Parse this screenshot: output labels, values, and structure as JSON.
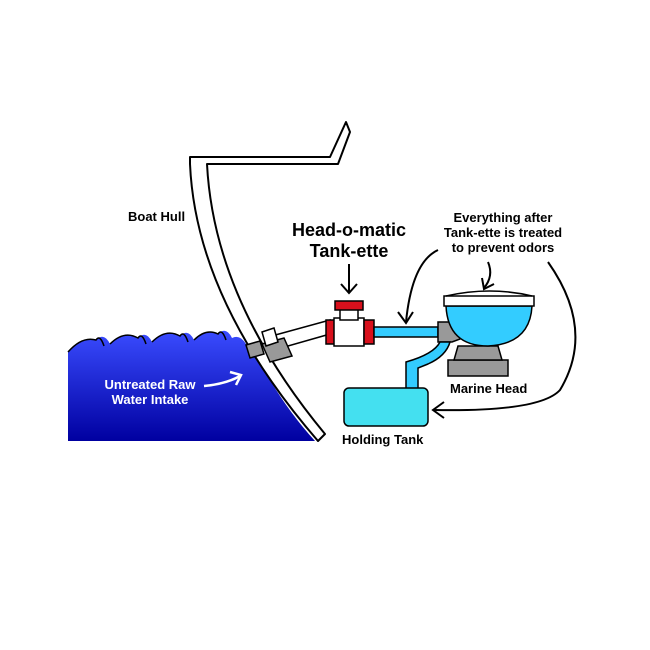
{
  "labels": {
    "boat_hull": "Boat Hull",
    "product_line1": "Head-o-matic",
    "product_line2": "Tank-ette",
    "treated_line1": "Everything after",
    "treated_line2": "Tank-ette is treated",
    "treated_line3": "to prevent odors",
    "intake_line1": "Untreated Raw",
    "intake_line2": "Water Intake",
    "marine_head": "Marine Head",
    "holding_tank": "Holding Tank"
  },
  "colors": {
    "water_dark": "#0000a0",
    "water_light": "#3a4cff",
    "treated_pipe": "#33ccff",
    "tank": "#44e0f0",
    "valve_red": "#d8101c",
    "gray": "#999999",
    "outline": "#000000"
  }
}
